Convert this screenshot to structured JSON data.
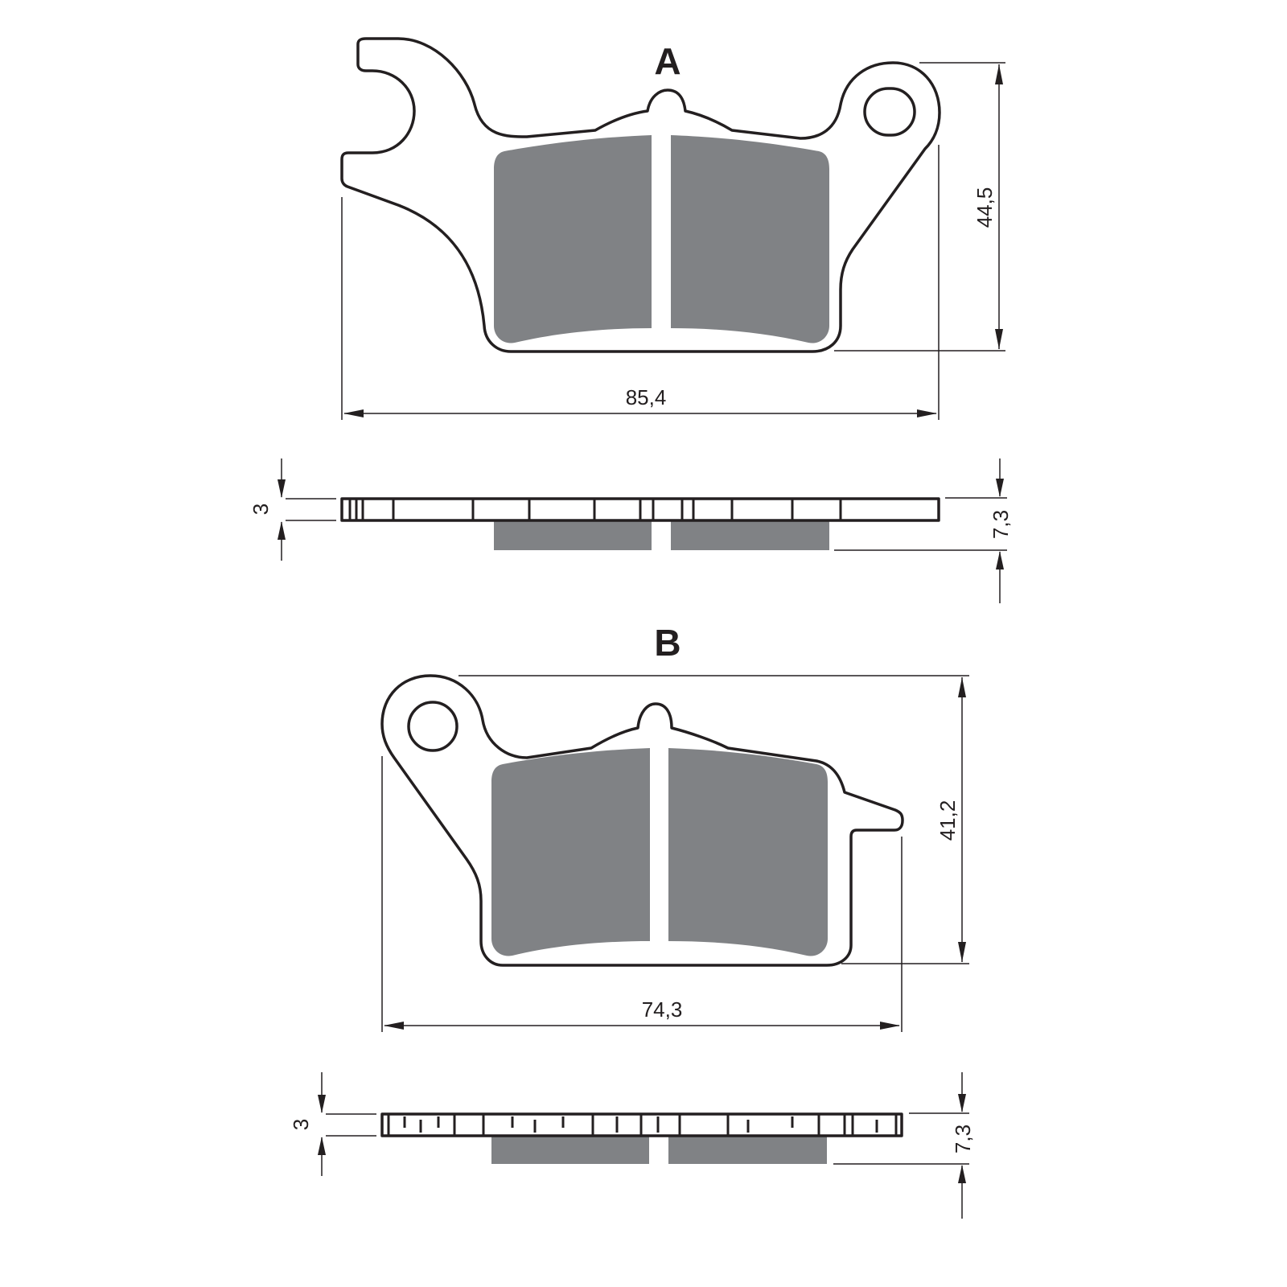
{
  "views": {
    "a": {
      "label": "A",
      "width": "85,4",
      "height": "44,5",
      "plate_thickness": "3",
      "total_thickness": "7,3"
    },
    "b": {
      "label": "B",
      "width": "74,3",
      "height": "41,2",
      "plate_thickness": "3",
      "total_thickness": "7,3"
    }
  },
  "colors": {
    "friction_material": "#808285",
    "outline": "#231f20"
  }
}
